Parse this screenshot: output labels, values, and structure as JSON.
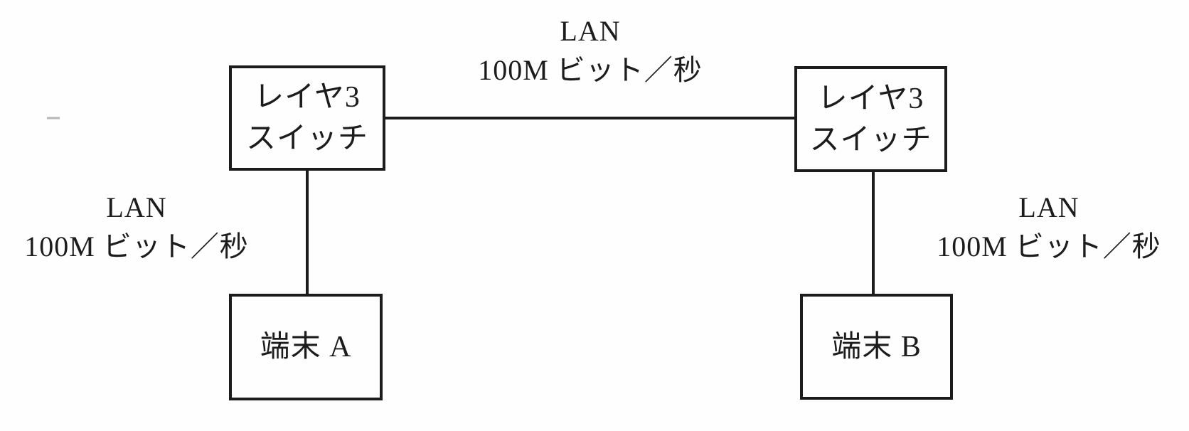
{
  "diagram": {
    "type": "network-topology",
    "colors": {
      "ink": "#1c1c1c",
      "paper": "#fefefe"
    },
    "nodes": {
      "switch_left": {
        "line1": "レイヤ3",
        "line2": "スイッチ"
      },
      "switch_right": {
        "line1": "レイヤ3",
        "line2": "スイッチ"
      },
      "terminal_a": {
        "label": "端末 A"
      },
      "terminal_b": {
        "label": "端末 B"
      }
    },
    "links": {
      "backbone": {
        "line1": "LAN",
        "line2": "100M ビット／秒"
      },
      "left_access": {
        "line1": "LAN",
        "line2": "100M ビット／秒"
      },
      "right_access": {
        "line1": "LAN",
        "line2": "100M ビット／秒"
      }
    }
  }
}
